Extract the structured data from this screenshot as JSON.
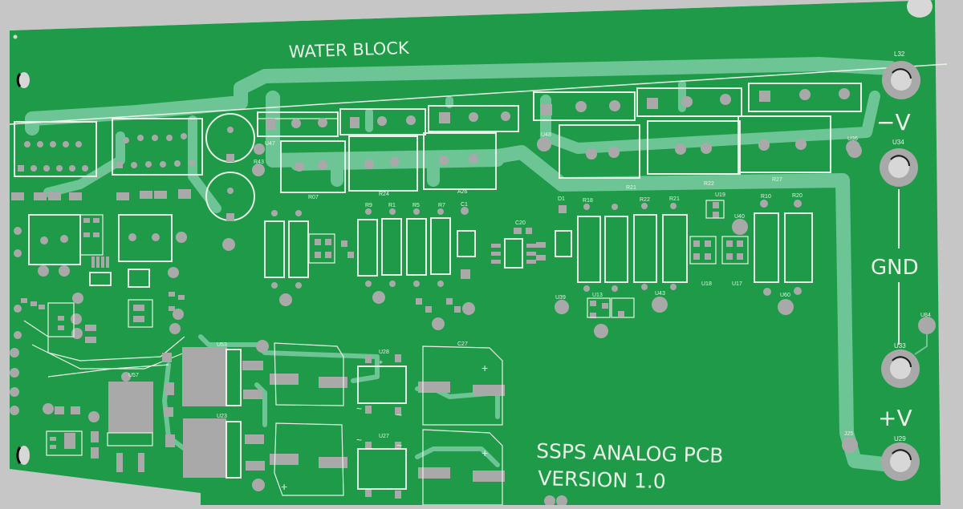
{
  "board": {
    "title": "WATER BLOCK",
    "product_line1": "SSPS ANALOG PCB",
    "product_line2": "VERSION 1.0",
    "colors": {
      "background": "#c6c6c6",
      "solder_mask": "#1f9a49",
      "copper_trace": "#6dc596",
      "silkscreen": "#e8f2e6",
      "pad": "#a9a9a9"
    }
  },
  "terminals": [
    {
      "ref": "L32",
      "label": ""
    },
    {
      "ref": "U34",
      "label": "-V"
    },
    {
      "ref": "U33",
      "label": "GND"
    },
    {
      "ref": "U29",
      "label": "+V"
    }
  ],
  "terminal_labels": {
    "neg": "−V",
    "gnd": "GND",
    "pos": "+V"
  },
  "small_refs": {
    "u36": "U36",
    "u84": "U84",
    "j25": "J25",
    "u48": "U48",
    "r18": "R18",
    "r21": "R21",
    "r27": "R27",
    "r22": "R22",
    "r10": "R10",
    "r20": "R20",
    "u19": "U19",
    "u40": "U40",
    "u13": "U13",
    "u39": "U39",
    "u43": "U43",
    "u18": "U18",
    "u17": "U17",
    "u60": "U60",
    "c20": "C20",
    "u28": "U28",
    "u27": "U27",
    "c27": "C27",
    "u53": "U53",
    "u23": "U23",
    "r07": "R07",
    "r24": "R24",
    "a26": "A26",
    "u47": "U47",
    "r43": "R43",
    "c1": "C1",
    "r9": "R9",
    "r1": "R1",
    "r5": "R5",
    "r7": "R7",
    "d1": "D1",
    "u57": "U57"
  }
}
